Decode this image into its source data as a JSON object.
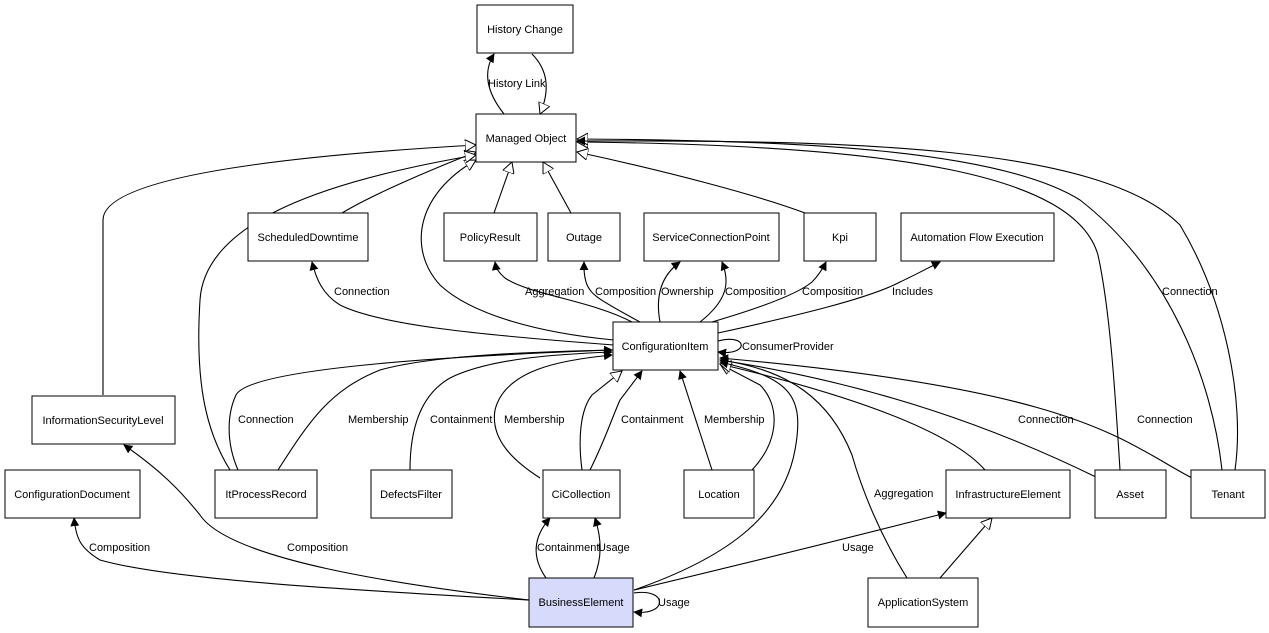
{
  "diagram": {
    "nodes": {
      "history_change": "History Change",
      "managed_object": "Managed Object",
      "scheduled_downtime": "ScheduledDowntime",
      "policy_result": "PolicyResult",
      "outage": "Outage",
      "service_connection_point": "ServiceConnectionPoint",
      "kpi": "Kpi",
      "automation_flow_execution": "Automation Flow Execution",
      "configuration_item": "ConfigurationItem",
      "information_security_level": "InformationSecurityLevel",
      "configuration_document": "ConfigurationDocument",
      "it_process_record": "ItProcessRecord",
      "defects_filter": "DefectsFilter",
      "ci_collection": "CiCollection",
      "location": "Location",
      "infrastructure_element": "InfrastructureElement",
      "asset": "Asset",
      "tenant": "Tenant",
      "business_element": "BusinessElement",
      "application_system": "ApplicationSystem"
    },
    "edge_labels": {
      "history_link": "History Link",
      "connection_downtime": "Connection",
      "aggregation_policy": "Aggregation",
      "composition_outage": "Composition",
      "ownership_scp": "Ownership",
      "composition_scp": "Composition",
      "composition_kpi": "Composition",
      "includes": "Includes",
      "consumer_provider": "ConsumerProvider",
      "connection_itpr": "Connection",
      "membership_itpr": "Membership",
      "containment_defects": "Containment",
      "membership_cic": "Membership",
      "containment_cic": "Containment",
      "membership_location": "Membership",
      "connection_asset": "Connection",
      "connection_tenant": "Connection",
      "connection_tenant_mo": "Connection",
      "aggregation_app": "Aggregation",
      "composition_doc": "Composition",
      "composition_isl": "Composition",
      "containment_be": "Containment",
      "usage_be_cic": "Usage",
      "usage_infra": "Usage",
      "usage_self": "Usage"
    }
  }
}
